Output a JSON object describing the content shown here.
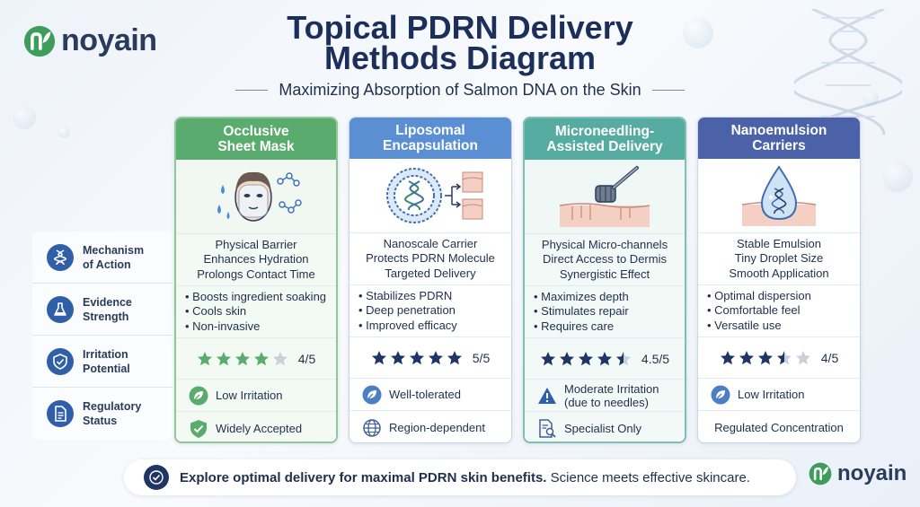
{
  "brand": {
    "name": "noyain"
  },
  "header": {
    "title_line1": "Topical PDRN Delivery",
    "title_line2": "Methods Diagram",
    "subtitle": "Maximizing Absorption of Salmon DNA on the Skin"
  },
  "row_labels": [
    {
      "line1": "Mechanism",
      "line2": "of Action",
      "icon": "dna-icon"
    },
    {
      "line1": "Evidence",
      "line2": "Strength",
      "icon": "flask-icon"
    },
    {
      "line1": "Irritation",
      "line2": "Potential",
      "icon": "shield-check-icon"
    },
    {
      "line1": "Regulatory",
      "line2": "Status",
      "icon": "document-icon"
    }
  ],
  "columns": [
    {
      "title_line1": "Occlusive",
      "title_line2": "Sheet Mask",
      "illustration": "face-sheet-mask-icon",
      "mechanism": [
        "Physical Barrier",
        "Enhances Hydration",
        "Prolongs Contact Time"
      ],
      "evidence": [
        "• Boosts ingredient soaking",
        "• Cools skin",
        "• Non-invasive"
      ],
      "rating": 4,
      "rating_label": "4/5",
      "irritation": {
        "line1": "Low Irritation",
        "line2": "",
        "icon": "leaf-icon"
      },
      "regulatory": {
        "text": "Widely Accepted",
        "icon": "shield-check-icon"
      }
    },
    {
      "title_line1": "Liposomal",
      "title_line2": "Encapsulation",
      "illustration": "liposome-icon",
      "mechanism": [
        "Nanoscale Carrier",
        "Protects PDRN Molecule",
        "Targeted Delivery"
      ],
      "evidence": [
        "• Stabilizes PDRN",
        "• Deep penetration",
        "• Improved efficacy"
      ],
      "rating": 5,
      "rating_label": "5/5",
      "irritation": {
        "line1": "Well-tolerated",
        "line2": "",
        "icon": "leaf-icon"
      },
      "regulatory": {
        "text": "Region-dependent",
        "icon": "globe-icon"
      }
    },
    {
      "title_line1": "Microneedling-",
      "title_line2": "Assisted Delivery",
      "illustration": "microneedle-roller-icon",
      "mechanism": [
        "Physical Micro-channels",
        "Direct Access to Dermis",
        "Synergistic Effect"
      ],
      "evidence": [
        "• Maximizes depth",
        "• Stimulates repair",
        "• Requires care"
      ],
      "rating": 4.5,
      "rating_label": "4.5/5",
      "irritation": {
        "line1": "Moderate Irritation",
        "line2": "(due to needles)",
        "icon": "warning-icon"
      },
      "regulatory": {
        "text": "Specialist Only",
        "icon": "document-search-icon"
      }
    },
    {
      "title_line1": "Nanoemulsion",
      "title_line2": "Carriers",
      "illustration": "droplet-dna-icon",
      "mechanism": [
        "Stable Emulsion",
        "Tiny Droplet Size",
        "Smooth Application"
      ],
      "evidence": [
        "• Optimal dispersion",
        "• Comfortable feel",
        "• Versatile use"
      ],
      "rating": 3.5,
      "rating_label": "4/5",
      "irritation": {
        "line1": "Low Irritation",
        "line2": "",
        "icon": "leaf-icon"
      },
      "regulatory": {
        "text": "Regulated Concentration",
        "icon": ""
      }
    }
  ],
  "footer": {
    "bold": "Explore optimal delivery for maximal PDRN skin benefits.",
    "normal": " Science meets effective skincare.",
    "icon": "check-circle-icon"
  },
  "colors": {
    "occlusive": "#5aac6e",
    "liposomal": "#5b8fd3",
    "microneedling": "#57aca2",
    "nanoemulsion": "#4b62a8",
    "star_filled": "#1f3566",
    "star_green": "#5aac6e",
    "star_empty": "#c9d0da"
  }
}
